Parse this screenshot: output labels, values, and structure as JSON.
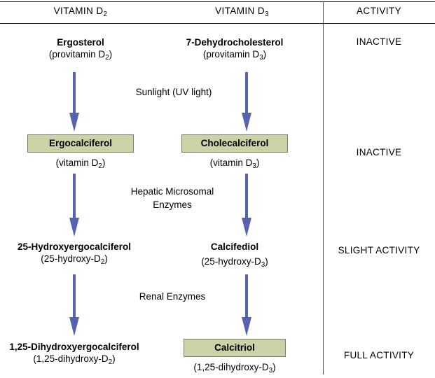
{
  "headers": [
    {
      "label": "VITAMIN D",
      "sub": "2",
      "name": "header-vitamin-d2"
    },
    {
      "label": "VITAMIN D",
      "sub": "3",
      "name": "header-vitamin-d3"
    },
    {
      "label": "ACTIVITY",
      "sub": "",
      "name": "header-activity"
    }
  ],
  "d2_column": {
    "row1": {
      "name": "Ergosterol",
      "alias_pre": "(provitamin D",
      "alias_sub": "2",
      "alias_post": ")",
      "boxed": false
    },
    "row2": {
      "name": "Ergocalciferol",
      "alias_pre": "(vitamin D",
      "alias_sub": "2",
      "alias_post": ")",
      "boxed": true
    },
    "row3": {
      "name": "25-Hydroxyergocalciferol",
      "alias_pre": "(25-hydroxy-D",
      "alias_sub": "2",
      "alias_post": ")",
      "boxed": false
    },
    "row4": {
      "name": "1,25-Dihydroxyergocalciferol",
      "alias_pre": "(1,25-dihydroxy-D",
      "alias_sub": "2",
      "alias_post": ")",
      "boxed": false
    }
  },
  "d3_column": {
    "row1": {
      "name": "7-Dehydrocholesterol",
      "alias_pre": "(provitamin D",
      "alias_sub": "3",
      "alias_post": ")",
      "boxed": false
    },
    "row2": {
      "name": "Cholecalciferol",
      "alias_pre": "(vitamin D",
      "alias_sub": "3",
      "alias_post": ")",
      "boxed": true
    },
    "row3": {
      "name": "Calcifediol",
      "alias_pre": "(25-hydroxy-D",
      "alias_sub": "3",
      "alias_post": ")",
      "boxed": false
    },
    "row4": {
      "name": "Calcitriol",
      "alias_pre": "(1,25-dihydroxy-D",
      "alias_sub": "3",
      "alias_post": ")",
      "boxed": true
    }
  },
  "processes": [
    {
      "line1": "Sunlight (UV light)",
      "line2": "",
      "name": "process-label-sunlight"
    },
    {
      "line1": "Hepatic Microsomal",
      "line2": "Enzymes",
      "name": "process-label-hepatic-microsomal-enzymes"
    },
    {
      "line1": "Renal Enzymes",
      "line2": "",
      "name": "process-label-renal-enzymes"
    }
  ],
  "activity_column": [
    {
      "label": "INACTIVE",
      "name": "activity-inactive-1"
    },
    {
      "label": "INACTIVE",
      "name": "activity-inactive-2"
    },
    {
      "label": "SLIGHT ACTIVITY",
      "name": "activity-slight"
    },
    {
      "label": "FULL ACTIVITY",
      "name": "activity-full"
    }
  ],
  "colors": {
    "box_fill": "#ccd2a6",
    "box_border": "#7d7d6e",
    "arrow": "#5763b0",
    "rule": "#1a1a1a",
    "divider": "#555555",
    "text": "#000000"
  },
  "arrow_count": 6
}
